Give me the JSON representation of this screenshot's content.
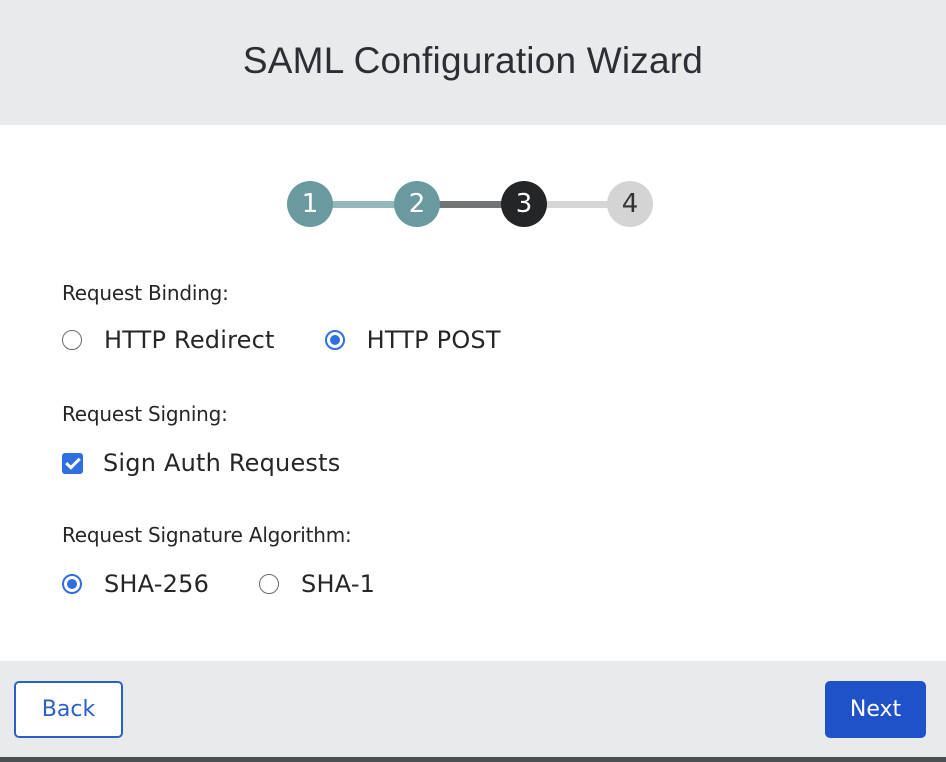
{
  "header": {
    "title": "SAML Configuration Wizard"
  },
  "stepper": {
    "current_step": 3,
    "steps": [
      {
        "label": "1",
        "state": "completed"
      },
      {
        "label": "2",
        "state": "completed"
      },
      {
        "label": "3",
        "state": "active"
      },
      {
        "label": "4",
        "state": "upcoming"
      }
    ]
  },
  "request_binding": {
    "label": "Request Binding:",
    "options": [
      {
        "label": "HTTP Redirect",
        "checked": false
      },
      {
        "label": "HTTP POST",
        "checked": true
      }
    ]
  },
  "request_signing": {
    "label": "Request Signing:",
    "checkbox": {
      "label": "Sign Auth Requests",
      "checked": true
    }
  },
  "signature_algorithm": {
    "label": "Request Signature Algorithm:",
    "options": [
      {
        "label": "SHA-256",
        "checked": true
      },
      {
        "label": "SHA-1",
        "checked": false
      }
    ]
  },
  "footer": {
    "back_label": "Back",
    "next_label": "Next"
  },
  "colors": {
    "accent": "#2f6fe0",
    "primary_button": "#1f51c9",
    "completed_step": "#6a9aa0",
    "active_step": "#232527",
    "upcoming_step": "#d4d4d4"
  }
}
